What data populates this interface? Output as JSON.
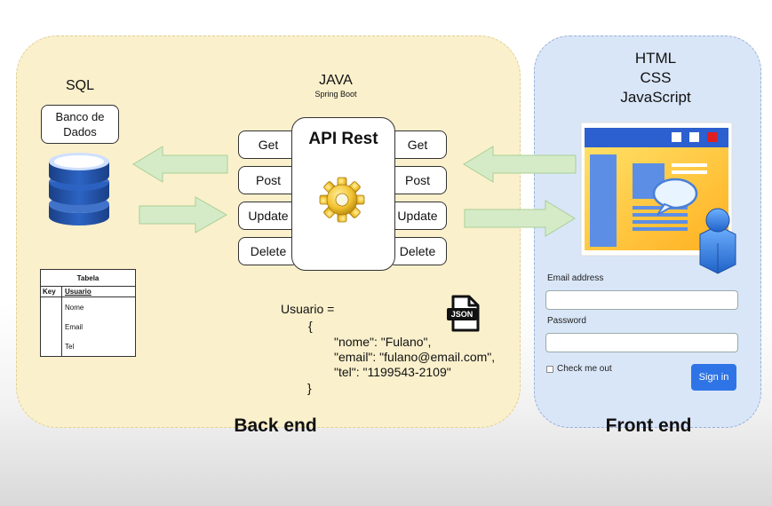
{
  "backend": {
    "sql_label": "SQL",
    "db_box_label": "Banco de Dados",
    "java_label": "JAVA",
    "spring_label": "Spring Boot",
    "api_title": "API Rest",
    "left_methods": [
      "Get",
      "Post",
      "Update",
      "Delete"
    ],
    "right_methods": [
      "Get",
      "Post",
      "Update",
      "Delete"
    ],
    "table": {
      "title": "Tabela",
      "headers": [
        "Key",
        "Usuario"
      ],
      "fields": [
        "Nome",
        "Email",
        "Tel"
      ]
    },
    "json_icon_label": "JSON",
    "json_code": {
      "line1": "Usuario =",
      "line2": "{",
      "line3": "\"nome\": \"Fulano\",",
      "line4": "\"email\": \"fulano@email.com\",",
      "line5": "\"tel\": \"1199543-2109\"",
      "line6": "}"
    },
    "panel_label": "Back end"
  },
  "frontend": {
    "tech": [
      "HTML",
      "CSS",
      "JavaScript"
    ],
    "form": {
      "email_label": "Email address",
      "password_label": "Password",
      "checkbox_label": "Check me out",
      "signin_label": "Sign in"
    },
    "panel_label": "Front end"
  },
  "colors": {
    "backend_bg": "#faf0cc",
    "frontend_bg": "#d9e6f8",
    "arrow_fill": "#d5ebc8",
    "arrow_stroke": "#a9cf94",
    "db_blue": "#1f4fa0",
    "signin_blue": "#2f74e6"
  }
}
